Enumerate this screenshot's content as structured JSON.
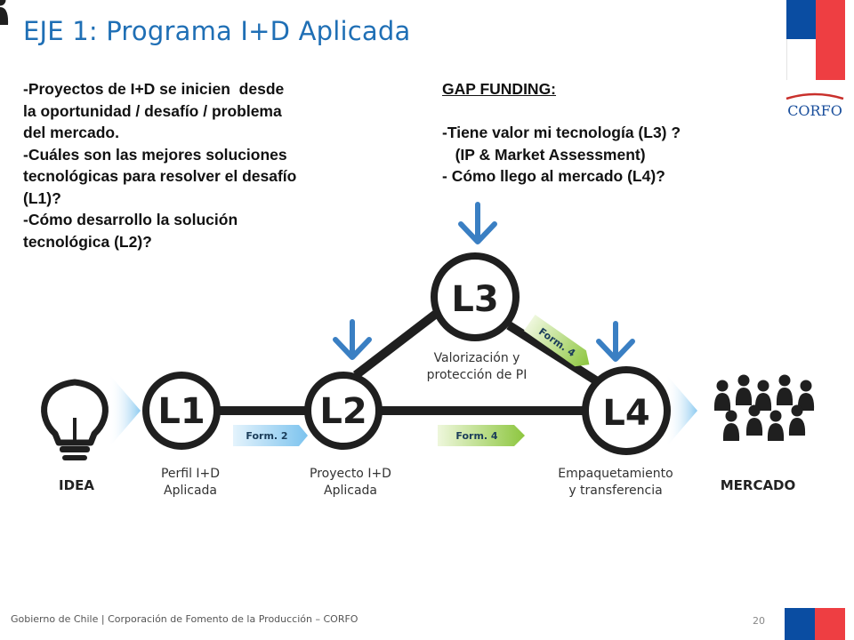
{
  "title": "EJE 1: Programa I+D Aplicada",
  "left_text": [
    "-Proyectos de I+D se inicien  desde",
    "la oportunidad / desafío / problema",
    "del mercado.",
    "-Cuáles son las mejores soluciones",
    "tecnológicas para resolver el desafío",
    "(L1)?",
    "-Cómo desarrollo la solución",
    "tecnológica (L2)?"
  ],
  "right_text": {
    "heading": "GAP FUNDING:",
    "lines": [
      "-Tiene valor mi tecnología (L3) ?",
      "   (IP & Market Assessment)",
      "- Cómo llego al mercado (L4)?"
    ]
  },
  "logo_text": "CORFO",
  "diagram": {
    "start_label": "IDEA",
    "end_label": "MERCADO",
    "nodes": [
      {
        "id": "L1",
        "caption": [
          "Perfil I+D",
          "Aplicada"
        ]
      },
      {
        "id": "L2",
        "caption": [
          "Proyecto I+D",
          "Aplicada"
        ]
      },
      {
        "id": "L3",
        "caption": [
          "Valorización y",
          "protección de PI"
        ]
      },
      {
        "id": "L4",
        "caption": [
          "Empaquetamiento",
          "y transferencia"
        ]
      }
    ],
    "forms": [
      "Form. 2",
      "Form. 4",
      "Form. 4"
    ]
  },
  "footer": "Gobierno de Chile | Corporación de Fomento de la Producción – CORFO",
  "page_number": "20",
  "colors": {
    "title": "#1f6fb5",
    "flag_blue": "#0a4da2",
    "flag_red": "#ee3e42",
    "arrow_blue": "#3a7fc3",
    "chevron_light_blue": "#9ed2f1",
    "form_green": "#8dc63f"
  }
}
